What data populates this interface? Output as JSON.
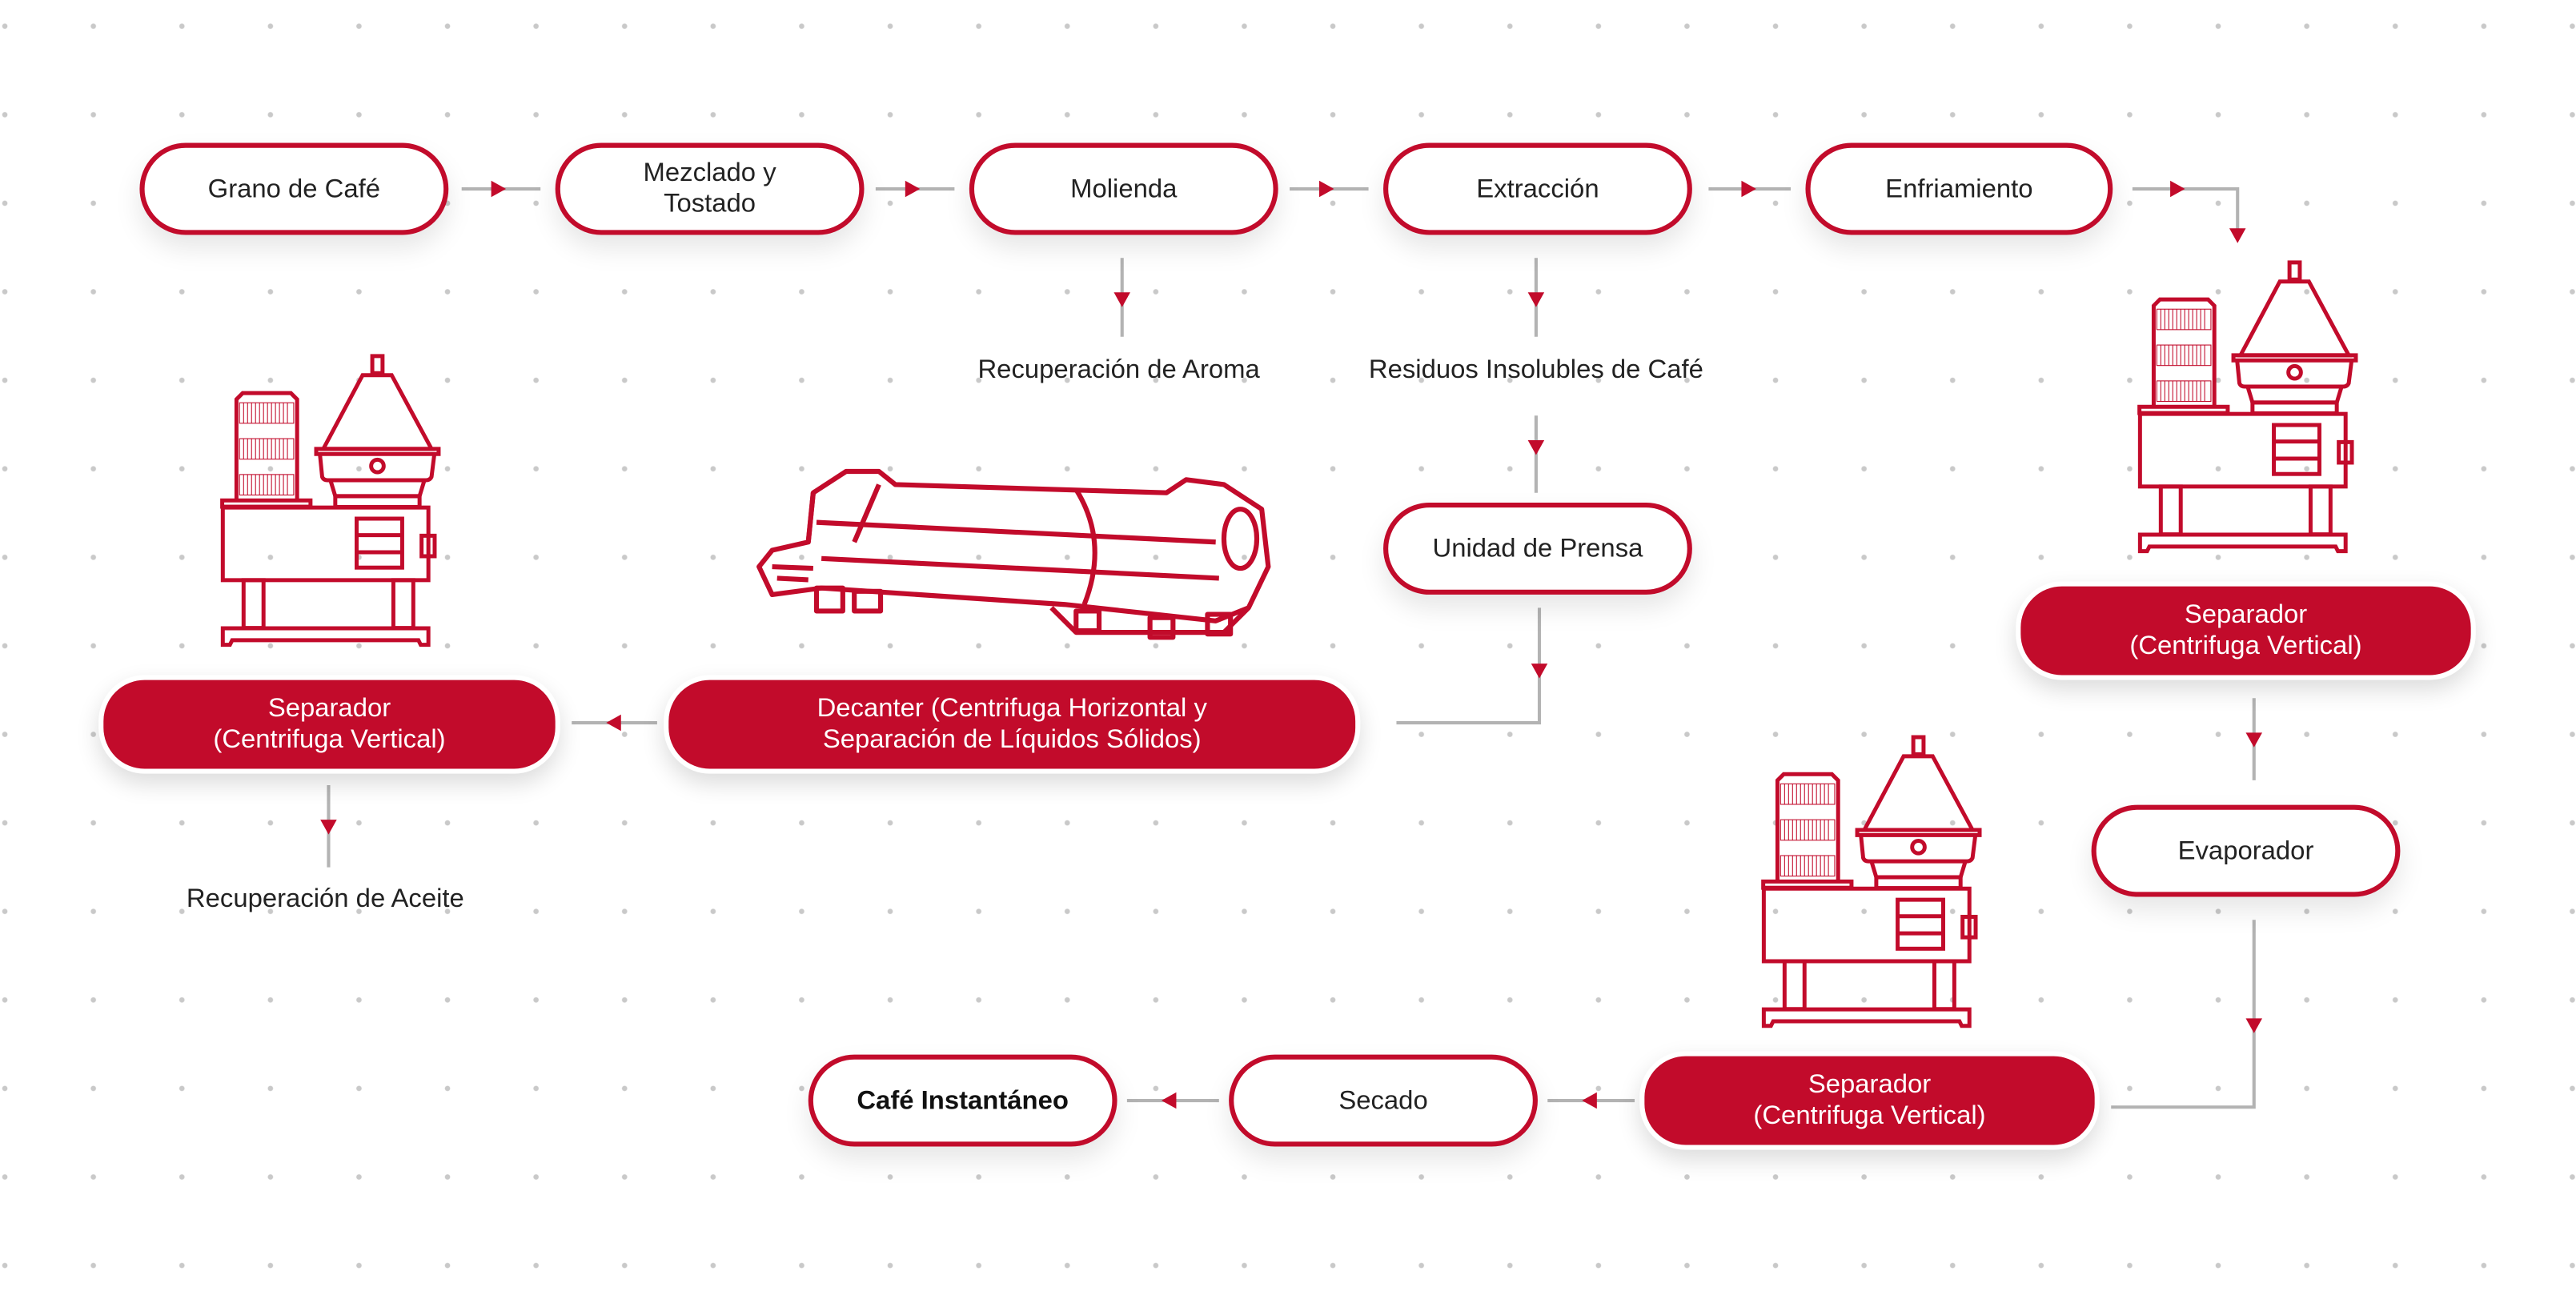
{
  "colors": {
    "accent": "#c20b2b",
    "connector": "#b3b3b3",
    "grid_dot": "#c9c9c9"
  },
  "nodes": {
    "grano": "Grano de Café",
    "mezclado_l1": "Mezclado y",
    "mezclado_l2": "Tostado",
    "molienda": "Molienda",
    "extraccion": "Extracción",
    "enfriamiento": "Enfriamiento",
    "unidad_prensa": "Unidad de Prensa",
    "decanter_l1": "Decanter (Centrifuga Horizontal y",
    "decanter_l2": "Separación de Líquidos Sólidos)",
    "separador_left_l1": "Separador",
    "separador_left_l2": "(Centrifuga Vertical)",
    "separador_right_l1": "Separador",
    "separador_right_l2": "(Centrifuga Vertical)",
    "evaporador": "Evaporador",
    "separador_bottom_l1": "Separador",
    "separador_bottom_l2": "(Centrifuga Vertical)",
    "secado": "Secado",
    "cafe_instantaneo": "Café Instantáneo"
  },
  "labels": {
    "aroma": "Recuperación de Aroma",
    "residuos": "Residuos Insolubles de Café",
    "aceite": "Recuperación de Aceite"
  },
  "icons": [
    "vertical-centrifuge-separator-icon",
    "horizontal-decanter-centrifuge-icon"
  ]
}
